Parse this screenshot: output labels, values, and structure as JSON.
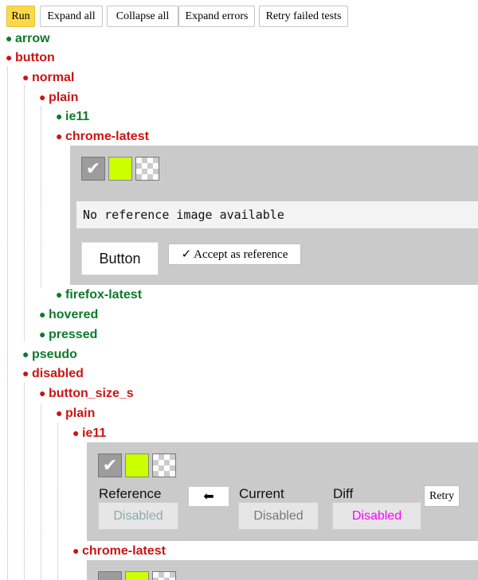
{
  "toolbar": {
    "run": "Run",
    "expand_all": "Expand all",
    "collapse_all": "Collapse all",
    "expand_errors": "Expand errors",
    "retry_failed": "Retry failed tests"
  },
  "bullet": "●",
  "tree": {
    "arrow": "arrow",
    "button": "button",
    "normal": "normal",
    "plain": "plain",
    "ie11": "ie11",
    "chrome_latest": "chrome-latest",
    "firefox_latest": "firefox-latest",
    "hovered": "hovered",
    "pressed": "pressed",
    "pseudo": "pseudo",
    "disabled": "disabled",
    "button_size_s": "button_size_s",
    "plain2": "plain",
    "ie11_2": "ie11",
    "chrome_latest_2": "chrome-latest"
  },
  "panel1": {
    "message": "No reference image available",
    "demo_button": "Button",
    "accept": "✓ Accept as reference",
    "check_glyph": "✔"
  },
  "panel2": {
    "reference_label": "Reference",
    "current_label": "Current",
    "diff_label": "Diff",
    "reference_value": "Disabled",
    "current_value": "Disabled",
    "diff_value": "Disabled",
    "arrow_glyph": "⬅",
    "retry": "Retry",
    "check_glyph": "✔"
  },
  "colors": {
    "passed": "#0e7a2a",
    "failed": "#cc1414",
    "run_button": "#fbd84a",
    "panel_bg": "#cacaca",
    "current_swatch": "#ccff00",
    "diff_text": "#ff00ff"
  }
}
